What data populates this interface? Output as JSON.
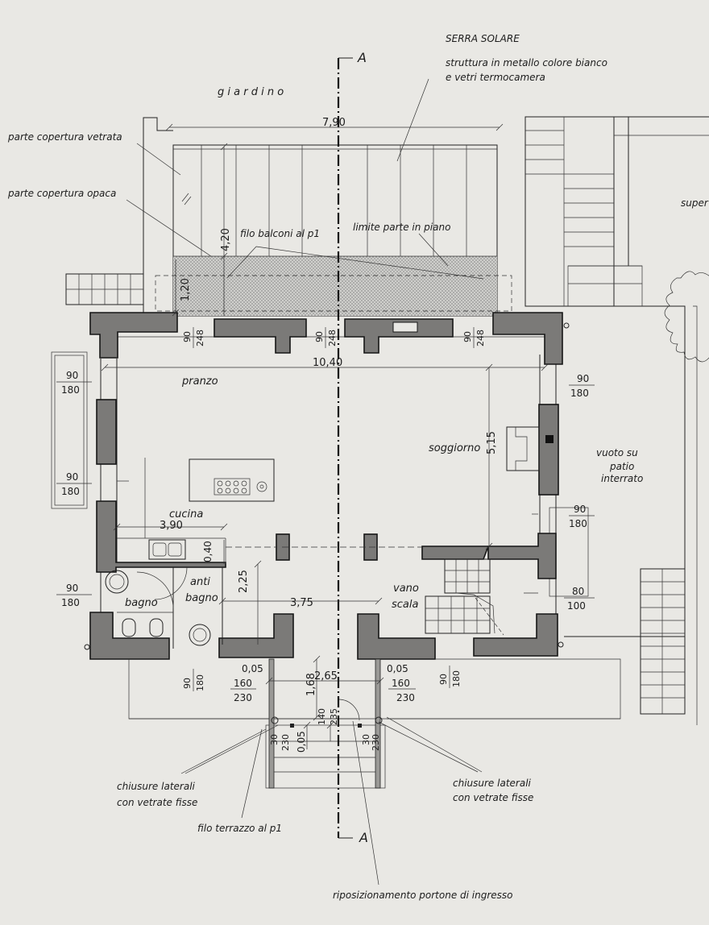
{
  "header": {
    "serra_title": "SERRA SOLARE",
    "serra_desc_1": "struttura in metallo colore bianco",
    "serra_desc_2": "e vetri termocamera",
    "giardino": "g i a r d i n o",
    "superficie_cut": "super"
  },
  "section_marks": {
    "top": "A",
    "bottom": "A"
  },
  "rooms": {
    "pranzo": "pranzo",
    "cucina": "cucina",
    "soggiorno": "soggiorno",
    "bagno": "bagno",
    "anti_1": "anti",
    "anti_2": "bagno",
    "vano_1": "vano",
    "vano_2": "scala",
    "vuoto_1": "vuoto su",
    "vuoto_2": "patio",
    "vuoto_3": "interrato"
  },
  "notes": {
    "copertura_vetrata": "parte copertura vetrata",
    "copertura_opaca": "parte copertura opaca",
    "filo_balconi": "filo balconi al p1",
    "limite_piano": "limite parte in piano",
    "chiusure_sx_1": "chiusure laterali",
    "chiusure_sx_2": "con vetrate fisse",
    "chiusure_dx_1": "chiusure laterali",
    "chiusure_dx_2": "con vetrate fisse",
    "filo_terrazzo": "filo terrazzo al p1",
    "portone": "riposizionamento portone di ingresso"
  },
  "dimensions": {
    "d790": "7,90",
    "d420": "4,20",
    "d120": "1,20",
    "d1040": "10,40",
    "d515": "5,15",
    "d390": "3,90",
    "d040": "0,40",
    "d225": "2,25",
    "d375": "3,75",
    "d265": "2,65",
    "d168": "1,68",
    "d005a": "0,05",
    "d005b": "0,05",
    "d005c": "0,05"
  },
  "window_tags": {
    "w_top1": {
      "a": "90",
      "b": "248"
    },
    "w_top2": {
      "a": "90",
      "b": "248"
    },
    "w_top3": {
      "a": "90",
      "b": "248"
    },
    "w_left1": {
      "a": "90",
      "b": "180"
    },
    "w_left2": {
      "a": "90",
      "b": "180"
    },
    "w_left3": {
      "a": "90",
      "b": "180"
    },
    "w_right1": {
      "a": "90",
      "b": "180"
    },
    "w_right2": {
      "a": "90",
      "b": "180"
    },
    "w_right3": {
      "a": "80",
      "b": "100"
    },
    "w_bot1": {
      "a": "90",
      "b": "180"
    },
    "w_bot2": {
      "a": "90",
      "b": "180"
    },
    "door_l": {
      "a": "160",
      "b": "230"
    },
    "door_r": {
      "a": "160",
      "b": "230"
    },
    "ent_l": {
      "a": "30",
      "b": "230"
    },
    "ent_r": {
      "a": "30",
      "b": "230"
    },
    "ent_c": {
      "a": "140",
      "b": "235"
    }
  }
}
